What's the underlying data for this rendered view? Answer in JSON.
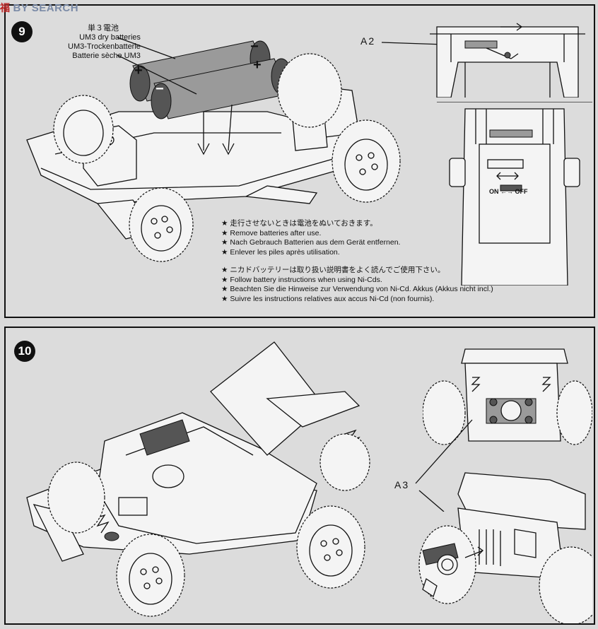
{
  "watermark": {
    "logo_text": "福",
    "text": "BY SEARCH"
  },
  "step9": {
    "number": "9",
    "battery_labels": [
      "単３電池",
      "UM3 dry batteries",
      "UM3-Trockenbatterie",
      "Batterie sèche UM3"
    ],
    "callout": "A2",
    "battery_sign_plus": "+",
    "battery_sign_minus": "−",
    "switch_label": "ON ←→ OFF",
    "notes_group1": [
      "走行させないときは電池をぬいておきます。",
      "Remove batteries after use.",
      "Nach Gebrauch Batterien aus dem Gerät entfernen.",
      "Enlever les piles après utilisation."
    ],
    "notes_group2": [
      "ニカドバッテリーは取り扱い説明書をよく読んでご使用下さい。",
      "Follow battery instructions when using Ni-Cds.",
      "Beachten Sie die Hinweise zur Verwendung von Ni-Cd. Akkus (Akkus nicht incl.)",
      "Suivre les instructions relatives aux accus Ni-Cd (non fournis)."
    ]
  },
  "step10": {
    "number": "10",
    "callout": "A3"
  }
}
